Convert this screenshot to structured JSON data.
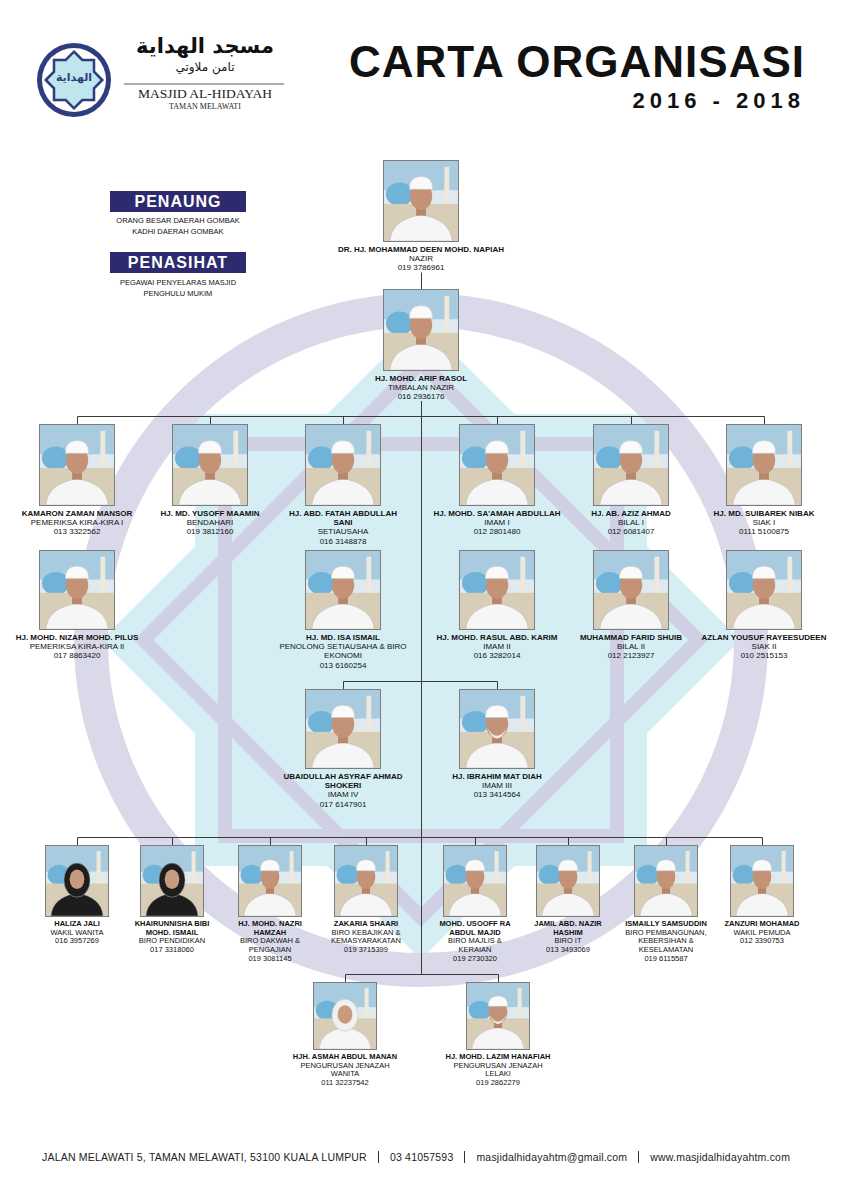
{
  "diagram": {
    "title": "CARTA ORGANISASI",
    "nodes": [
      {
        "text": [
          "PENAUNG"
        ]
      },
      {
        "text": [
          "PENASIHAT"
        ]
      },
      {
        "text": [
          "DR. HJ. MOHAMMAD DEEN MOHD. NAPIAH",
          "NAZIR",
          "019 3786961"
        ]
      },
      {
        "text": [
          "HJ. MOHD. ARIF RASOL",
          "TIMBALAN NAZIR",
          "016 2936176"
        ]
      },
      {
        "text": [
          "KAMARON ZAMAN MANSOR",
          "PEMERIKSA KIRA-KIRA I",
          "013 3322562"
        ]
      },
      {
        "text": [
          "HJ. MD. YUSOFF MAAMIN",
          "BENDAHARI",
          "019 3812160"
        ]
      },
      {
        "text": [
          "HJ. ABD. FATAH ABDULLAH SANI",
          "SETIAUSAHA",
          "016 3148878"
        ]
      },
      {
        "text": [
          "HJ. MOHD. SA'AMAH ABDULLAH",
          "IMAM I",
          "012 2801480"
        ]
      },
      {
        "text": [
          "HJ. AB. AZIZ AHMAD",
          "BILAL I",
          "012 6081407"
        ]
      },
      {
        "text": [
          "HJ. MD. SUIBAREK NIBAK",
          "SIAK I",
          "0111 5100875"
        ]
      },
      {
        "text": [
          "HJ. MOHD. NIZAR MOHD. PILUS",
          "PEMERIKSA KIRA-KIRA II",
          "017 8863420"
        ]
      },
      {
        "text": [
          "HJ. MD. ISA ISMAIL",
          "PENOLONG SETIAUSAHA & BIRO EKONOMI",
          "013 6160254"
        ]
      },
      {
        "text": [
          "HJ. MOHD. RASUL ABD. KARIM",
          "IMAM II",
          "016 3282014"
        ]
      },
      {
        "text": [
          "MUHAMMAD FARID SHUIB",
          "BILAL II",
          "012 2123927"
        ]
      },
      {
        "text": [
          "AZLAN YOUSUF RAYEESUDEEN",
          "SIAK II",
          "010 2515153"
        ]
      },
      {
        "text": [
          "UBAIDULLAH ASYRAF AHMAD SHOKERI",
          "IMAM IV",
          "017 6147901"
        ]
      },
      {
        "text": [
          "HJ. IBRAHIM MAT DIAH",
          "IMAM III",
          "013 3414564"
        ]
      },
      {
        "text": [
          "HALIZA JALI",
          "WAKIL WANITA",
          "016 3957269"
        ]
      },
      {
        "text": [
          "KHAIRUNNISHA BIBI MOHD. ISMAIL",
          "BIRO PENDIDIKAN",
          "017 3318060"
        ]
      },
      {
        "text": [
          "HJ. MOHD. NAZRI HAMZAH",
          "BIRO DAKWAH & PENGAJIAN",
          "019 3081145"
        ]
      },
      {
        "text": [
          "ZAKARIA SHAARI",
          "BIRO KEBAJIKAN & KEMASYARAKATAN",
          "019 3715399"
        ]
      },
      {
        "text": [
          "MOHD. USOOFF RA ABDUL MAJID",
          "BIRO MAJLIS & KERAIAN",
          "019 2730320"
        ]
      },
      {
        "text": [
          "JAMIL ABD. NAZIR HASHIM",
          "BIRO IT",
          "013 3493069"
        ]
      },
      {
        "text": [
          "ISMAILLY SAMSUDDIN",
          "BIRO PEMBANGUNAN, KEBERSIHAN & KESELAMATAN",
          "019 6115587"
        ]
      },
      {
        "text": [
          "ZANZURI MOHAMAD",
          "WAKIL PEMUDA",
          "012 3390753"
        ]
      },
      {
        "text": [
          "HJH. ASMAH ABDUL MANAN",
          "PENGURUSAN JENAZAH WANITA",
          "011 32237542"
        ]
      },
      {
        "text": [
          "HJ. MOHD. LAZIM HANAFIAH",
          "PENGURUSAN JENAZAH LELAKI",
          "019 2862279"
        ]
      }
    ],
    "edges": [
      {
        "from": 2,
        "to": 3,
        "arrow": "none"
      },
      {
        "from": 3,
        "to": 4,
        "arrow": "none"
      },
      {
        "from": 3,
        "to": 5,
        "arrow": "none"
      },
      {
        "from": 3,
        "to": 6,
        "arrow": "none"
      },
      {
        "from": 3,
        "to": 7,
        "arrow": "none"
      },
      {
        "from": 3,
        "to": 8,
        "arrow": "none"
      },
      {
        "from": 3,
        "to": 9,
        "arrow": "none"
      },
      {
        "from": 3,
        "to": 15,
        "arrow": "none"
      },
      {
        "from": 3,
        "to": 16,
        "arrow": "none"
      },
      {
        "from": 3,
        "to": 17,
        "arrow": "none"
      },
      {
        "from": 3,
        "to": 18,
        "arrow": "none"
      },
      {
        "from": 3,
        "to": 19,
        "arrow": "none"
      },
      {
        "from": 3,
        "to": 20,
        "arrow": "none"
      },
      {
        "from": 3,
        "to": 21,
        "arrow": "none"
      },
      {
        "from": 3,
        "to": 22,
        "arrow": "none"
      },
      {
        "from": 3,
        "to": 23,
        "arrow": "none"
      },
      {
        "from": 3,
        "to": 24,
        "arrow": "none"
      },
      {
        "from": 3,
        "to": 25,
        "arrow": "none"
      },
      {
        "from": 3,
        "to": 26,
        "arrow": "none"
      }
    ],
    "labels": [
      "2016 - 2018",
      "مسجد الهداية",
      "تامن ملاوتي",
      "الهداية",
      "MASJID AL-HIDAYAH",
      "TAMAN MELAWATI",
      "ORANG BESAR DAERAH GOMBAK",
      "KADHI DAERAH GOMBAK",
      "PEGAWAI PENYELARAS MASJID",
      "PENGHULU MUKIM",
      "JALAN MELAWATI 5, TAMAN MELAWATI, 53100 KUALA LUMPUR",
      "03 41057593",
      "masjidalhidayahtm@gmail.com",
      "www.masjidalhidayahtm.com"
    ]
  }
}
